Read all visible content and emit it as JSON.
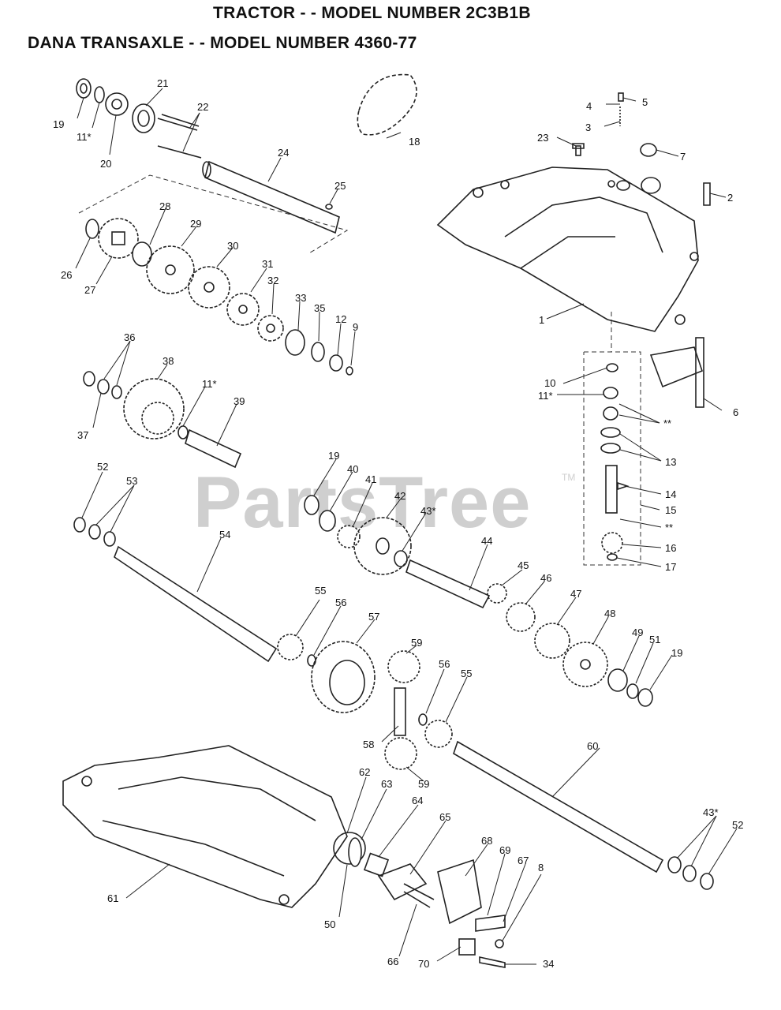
{
  "header": {
    "title_line1": "TRACTOR - - MODEL NUMBER 2C3B1B",
    "title_line2": "DANA TRANSAXLE - - MODEL NUMBER 4360-77"
  },
  "watermark": {
    "text": "PartsTree",
    "trademark": "TM"
  },
  "callouts": [
    {
      "id": "c1",
      "label": "1"
    },
    {
      "id": "c2",
      "label": "2"
    },
    {
      "id": "c3",
      "label": "3"
    },
    {
      "id": "c4",
      "label": "4"
    },
    {
      "id": "c5",
      "label": "5"
    },
    {
      "id": "c6",
      "label": "6"
    },
    {
      "id": "c7",
      "label": "7"
    },
    {
      "id": "c8",
      "label": "8"
    },
    {
      "id": "c9",
      "label": "9"
    },
    {
      "id": "c10",
      "label": "10"
    },
    {
      "id": "c11a",
      "label": "11*"
    },
    {
      "id": "c11b",
      "label": "11*"
    },
    {
      "id": "c11c",
      "label": "11*"
    },
    {
      "id": "c12",
      "label": "12"
    },
    {
      "id": "c13",
      "label": "13"
    },
    {
      "id": "c14",
      "label": "14"
    },
    {
      "id": "c15",
      "label": "15"
    },
    {
      "id": "c16",
      "label": "16"
    },
    {
      "id": "c17",
      "label": "17"
    },
    {
      "id": "c18",
      "label": "18"
    },
    {
      "id": "c19a",
      "label": "19"
    },
    {
      "id": "c19b",
      "label": "19"
    },
    {
      "id": "c19c",
      "label": "19"
    },
    {
      "id": "c20",
      "label": "20"
    },
    {
      "id": "c21",
      "label": "21"
    },
    {
      "id": "c22",
      "label": "22"
    },
    {
      "id": "c23",
      "label": "23"
    },
    {
      "id": "c24",
      "label": "24"
    },
    {
      "id": "c25",
      "label": "25"
    },
    {
      "id": "c26",
      "label": "26"
    },
    {
      "id": "c27",
      "label": "27"
    },
    {
      "id": "c28",
      "label": "28"
    },
    {
      "id": "c29",
      "label": "29"
    },
    {
      "id": "c30",
      "label": "30"
    },
    {
      "id": "c31",
      "label": "31"
    },
    {
      "id": "c32",
      "label": "32"
    },
    {
      "id": "c33",
      "label": "33"
    },
    {
      "id": "c34",
      "label": "34"
    },
    {
      "id": "c35",
      "label": "35"
    },
    {
      "id": "c36",
      "label": "36"
    },
    {
      "id": "c37",
      "label": "37"
    },
    {
      "id": "c38",
      "label": "38"
    },
    {
      "id": "c39",
      "label": "39"
    },
    {
      "id": "c40",
      "label": "40"
    },
    {
      "id": "c41",
      "label": "41"
    },
    {
      "id": "c42",
      "label": "42"
    },
    {
      "id": "c43a",
      "label": "43*"
    },
    {
      "id": "c43b",
      "label": "43*"
    },
    {
      "id": "c44",
      "label": "44"
    },
    {
      "id": "c45",
      "label": "45"
    },
    {
      "id": "c46",
      "label": "46"
    },
    {
      "id": "c47",
      "label": "47"
    },
    {
      "id": "c48",
      "label": "48"
    },
    {
      "id": "c49",
      "label": "49"
    },
    {
      "id": "c50",
      "label": "50"
    },
    {
      "id": "c51",
      "label": "51"
    },
    {
      "id": "c52a",
      "label": "52"
    },
    {
      "id": "c52b",
      "label": "52"
    },
    {
      "id": "c53",
      "label": "53"
    },
    {
      "id": "c54",
      "label": "54"
    },
    {
      "id": "c55a",
      "label": "55"
    },
    {
      "id": "c55b",
      "label": "55"
    },
    {
      "id": "c56a",
      "label": "56"
    },
    {
      "id": "c56b",
      "label": "56"
    },
    {
      "id": "c57",
      "label": "57"
    },
    {
      "id": "c58",
      "label": "58"
    },
    {
      "id": "c59a",
      "label": "59"
    },
    {
      "id": "c59b",
      "label": "59"
    },
    {
      "id": "c60",
      "label": "60"
    },
    {
      "id": "c61",
      "label": "61"
    },
    {
      "id": "c62",
      "label": "62"
    },
    {
      "id": "c63",
      "label": "63"
    },
    {
      "id": "c64",
      "label": "64"
    },
    {
      "id": "c65",
      "label": "65"
    },
    {
      "id": "c66",
      "label": "66"
    },
    {
      "id": "c67",
      "label": "67"
    },
    {
      "id": "c68",
      "label": "68"
    },
    {
      "id": "c69",
      "label": "69"
    },
    {
      "id": "c70",
      "label": "70"
    },
    {
      "id": "cdd1",
      "label": "**"
    },
    {
      "id": "cdd2",
      "label": "**"
    }
  ]
}
